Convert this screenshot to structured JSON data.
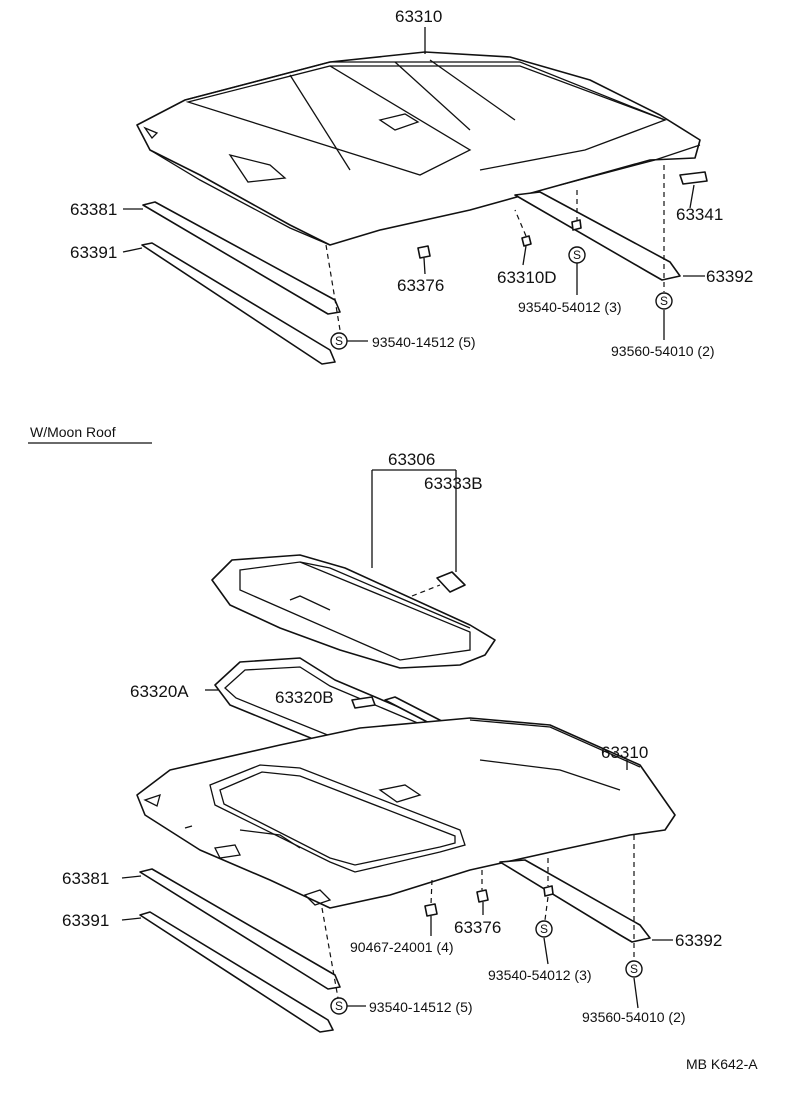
{
  "top_section": {
    "labels": {
      "headlining": "63310",
      "front_retainer": "63381",
      "front_bracket": "63391",
      "visor_holder": "63341",
      "clip": "63376",
      "nut": "63310D",
      "screw_a": "93540-54012 (3)",
      "rear_bracket": "63392",
      "screw_b": "93560-54010 (2)",
      "screw_front": "93540-14512 (5)"
    }
  },
  "moon_roof_section": {
    "heading": "W/Moon Roof",
    "labels": {
      "sunshade": "63306",
      "knob": "63333B",
      "garnish_a": "63320A",
      "garnish_b": "63320B",
      "headlining": "63310",
      "front_retainer": "63381",
      "front_bracket": "63391",
      "clip_nut": "90467-24001 (4)",
      "clip": "63376",
      "rear_bracket": "63392",
      "screw_a": "93540-54012 (3)",
      "screw_b": "93560-54010 (2)",
      "screw_front": "93540-14512 (5)"
    }
  },
  "screw_symbol": "S",
  "figure_code": "MB K642-A"
}
